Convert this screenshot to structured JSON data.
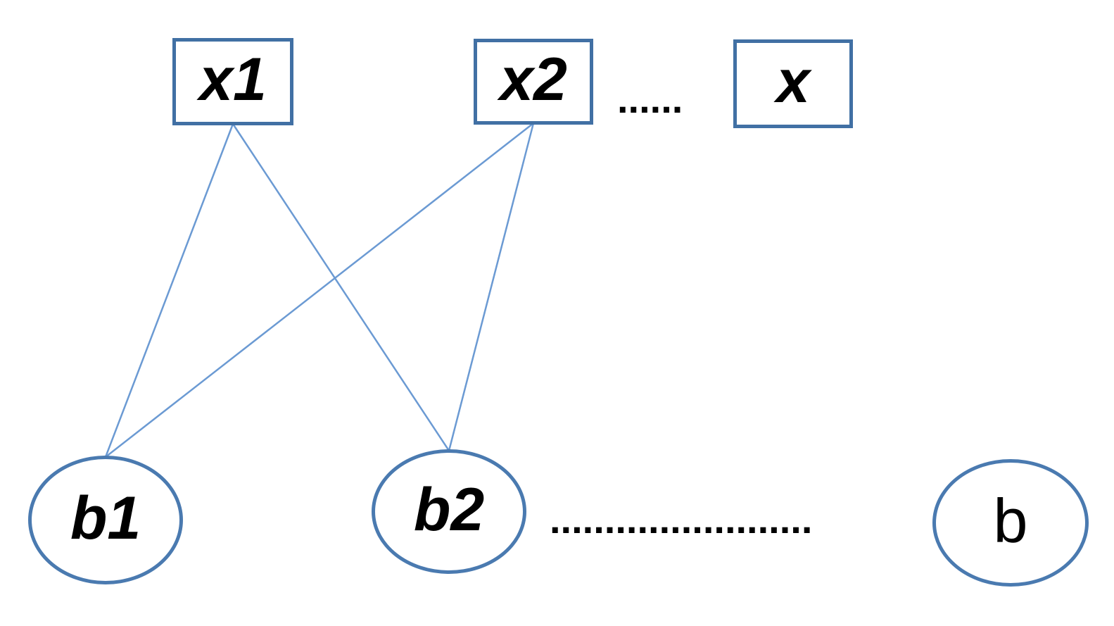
{
  "diagram": {
    "top_row": [
      {
        "id": "x1",
        "label": "x1",
        "shape": "rect"
      },
      {
        "id": "x2",
        "label": "x2",
        "shape": "rect"
      },
      {
        "id": "x",
        "label": "x",
        "shape": "rect"
      }
    ],
    "bottom_row": [
      {
        "id": "b1",
        "label": "b1",
        "shape": "ellipse"
      },
      {
        "id": "b2",
        "label": "b2",
        "shape": "ellipse"
      },
      {
        "id": "b",
        "label": "b",
        "shape": "ellipse"
      }
    ],
    "top_ellipsis": "......",
    "bottom_ellipsis": "........................",
    "edges": [
      {
        "from": "x1",
        "to": "b1"
      },
      {
        "from": "x1",
        "to": "b2"
      },
      {
        "from": "x2",
        "to": "b1"
      },
      {
        "from": "x2",
        "to": "b2"
      }
    ],
    "colors": {
      "rect_border": "#4170a4",
      "ellipse_border": "#4a7ab0",
      "edge_line": "#6b9ad3",
      "label": "#000000"
    },
    "edge_stroke_width": 2.5
  }
}
